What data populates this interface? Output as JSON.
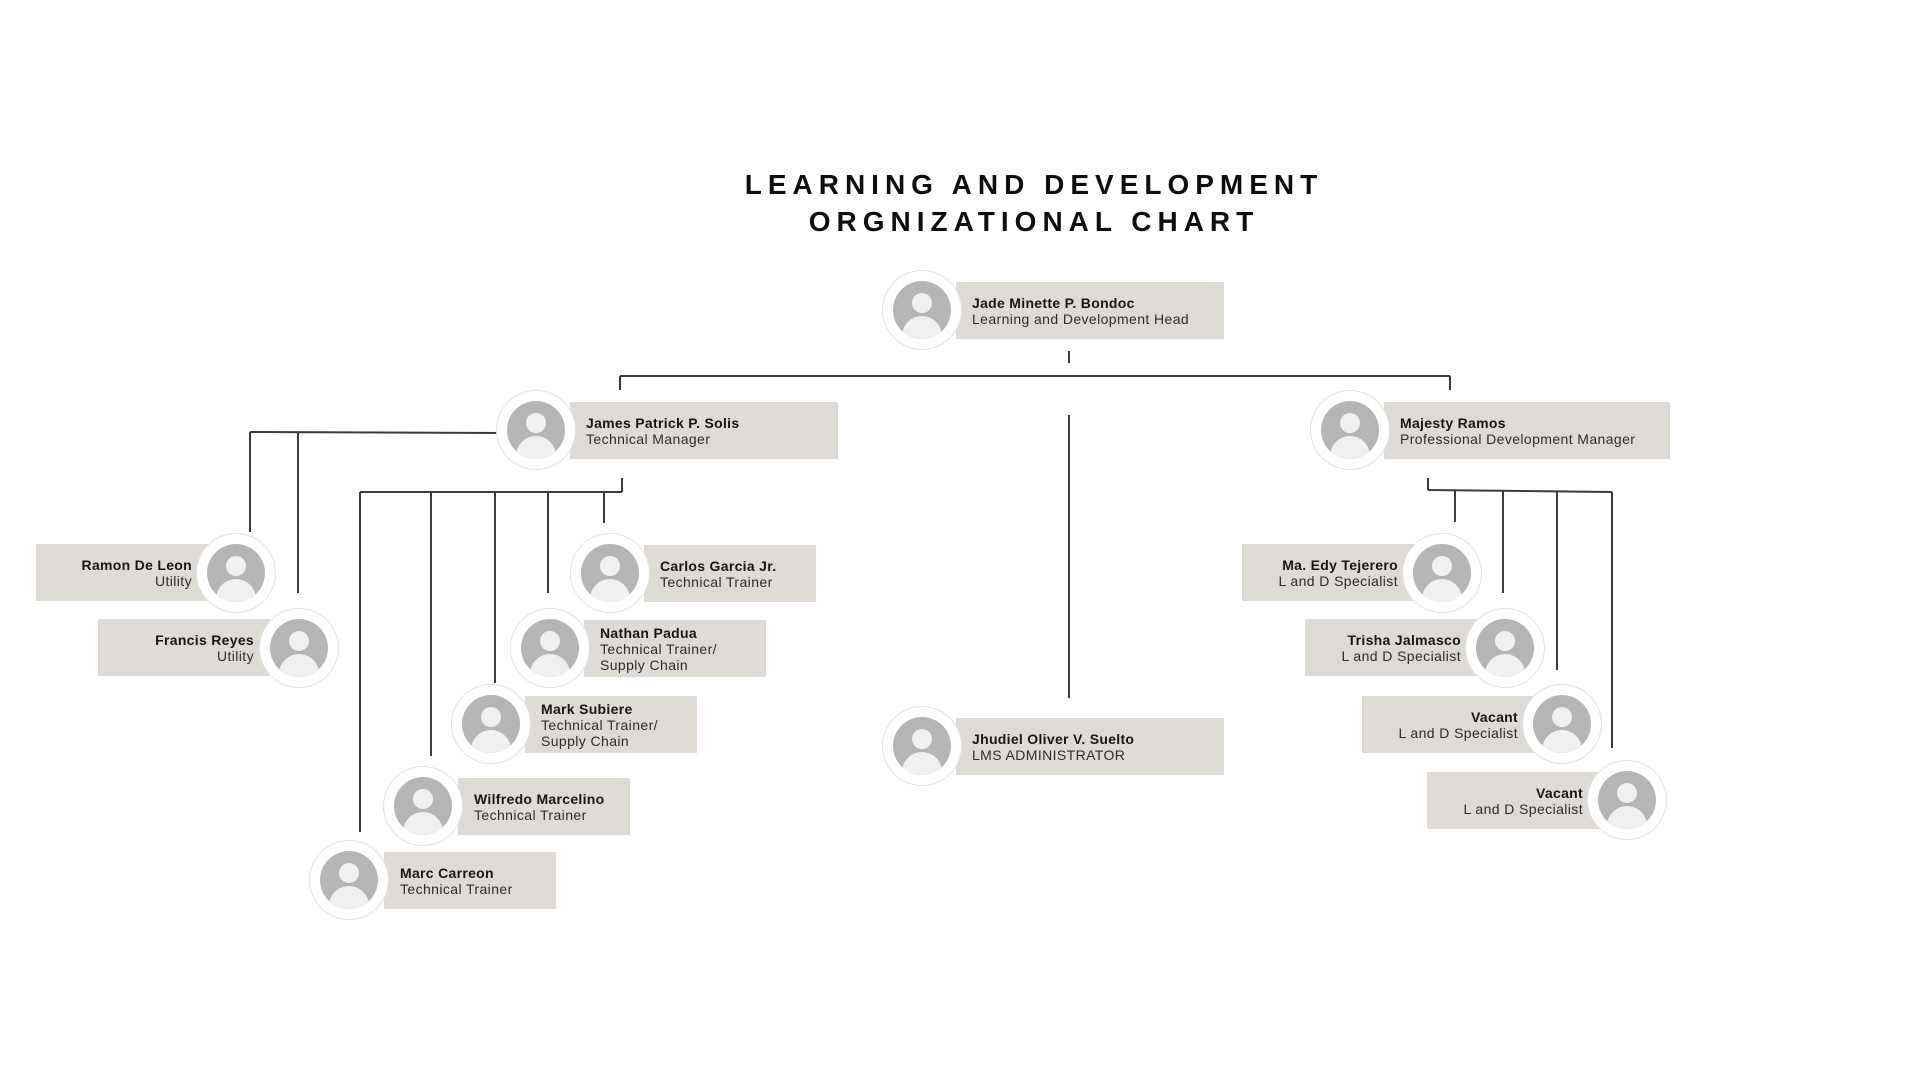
{
  "chart": {
    "title_line1": "LEARNING AND DEVELOPMENT",
    "title_line2": "ORGNIZATIONAL CHART"
  },
  "people": {
    "head": {
      "name": "Jade Minette P. Bondoc",
      "role": "Learning and Development Head"
    },
    "technical_manager": {
      "name": "James Patrick P. Solis",
      "role": "Technical Manager"
    },
    "pd_manager": {
      "name": "Majesty Ramos",
      "role": "Professional Development Manager"
    },
    "lms_admin": {
      "name": "Jhudiel Oliver V. Suelto",
      "role": "LMS ADMINISTRATOR"
    },
    "ramon": {
      "name": "Ramon De Leon",
      "role": "Utility"
    },
    "francis": {
      "name": "Francis Reyes",
      "role": "Utility"
    },
    "carlos": {
      "name": "Carlos Garcia Jr.",
      "role": "Technical Trainer"
    },
    "nathan": {
      "name": "Nathan Padua",
      "role_line1": "Technical Trainer/",
      "role_line2": "Supply Chain"
    },
    "mark": {
      "name": "Mark Subiere",
      "role_line1": "Technical Trainer/",
      "role_line2": "Supply Chain"
    },
    "wilfredo": {
      "name": "Wilfredo Marcelino",
      "role": "Technical Trainer"
    },
    "marc": {
      "name": "Marc Carreon",
      "role": "Technical Trainer"
    },
    "edy": {
      "name": "Ma. Edy Tejerero",
      "role": "L and D Specialist"
    },
    "trisha": {
      "name": "Trisha Jalmasco",
      "role": "L and D Specialist"
    },
    "vacant1": {
      "name": "Vacant",
      "role": "L and D Specialist"
    },
    "vacant2": {
      "name": "Vacant",
      "role": "L and D Specialist"
    }
  },
  "icons": {
    "avatar": "person-placeholder-icon"
  },
  "colors": {
    "card": "#dedbd6",
    "avatar": "#b5b5b5",
    "line": "#3a3a3a"
  }
}
